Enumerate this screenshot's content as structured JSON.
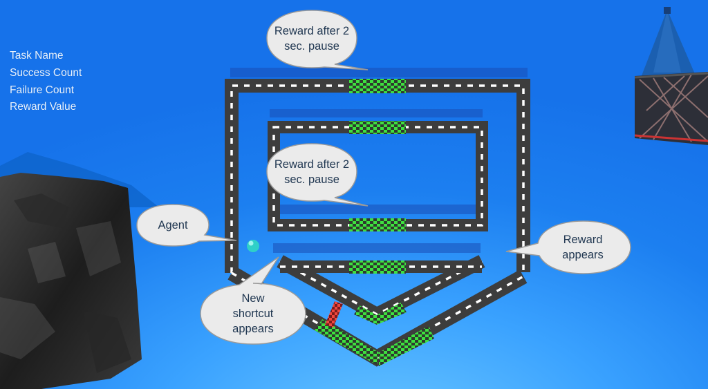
{
  "hud": {
    "task_name_label": "Task Name",
    "success_count_label": "Success Count",
    "failure_count_label": "Failure Count",
    "reward_value_label": "Reward Value"
  },
  "callouts": {
    "reward_top": "Reward after 2 sec. pause",
    "reward_inner": "Reward after 2 sec. pause",
    "agent": "Agent",
    "reward_appears": "Reward appears",
    "new_shortcut": "New shortcut appears"
  },
  "colors": {
    "sky": "#1c7ff0",
    "track": "#3b3b3b",
    "reward_tile": "#35d63a",
    "shortcut_tile": "#e8443c",
    "agent": "#2fd0c8",
    "callout_fill": "#ebebeb"
  }
}
